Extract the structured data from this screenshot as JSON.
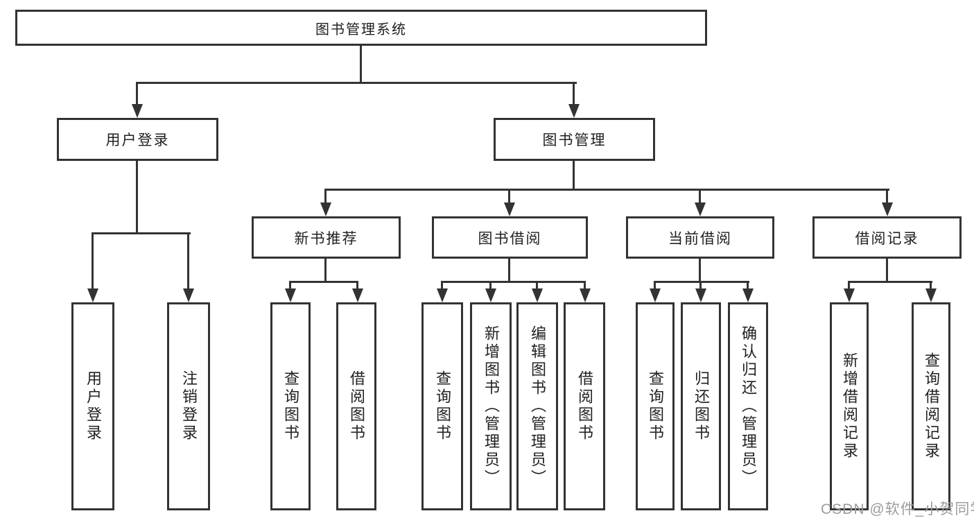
{
  "tree": {
    "label": "图书管理系统",
    "children": [
      {
        "label": "用户登录",
        "children": [
          {
            "label": "用户登录"
          },
          {
            "label": "注销登录"
          }
        ]
      },
      {
        "label": "图书管理",
        "children": [
          {
            "label": "新书推荐",
            "children": [
              {
                "label": "查询图书"
              },
              {
                "label": "借阅图书"
              }
            ]
          },
          {
            "label": "图书借阅",
            "children": [
              {
                "label": "查询图书"
              },
              {
                "label": "新增图书（管理员）"
              },
              {
                "label": "编辑图书（管理员）"
              },
              {
                "label": "借阅图书"
              }
            ]
          },
          {
            "label": "当前借阅",
            "children": [
              {
                "label": "查询图书"
              },
              {
                "label": "归还图书"
              },
              {
                "label": "确认归还（管理员）"
              }
            ]
          },
          {
            "label": "借阅记录",
            "children": [
              {
                "label": "新增借阅记录"
              },
              {
                "label": "查询借阅记录"
              }
            ]
          }
        ]
      }
    ]
  },
  "watermark": "CSDN @软件_小贺同学",
  "colors": {
    "line": "#333333",
    "text": "#212121",
    "background": "#ffffff",
    "watermark": "#9c9c9c"
  }
}
